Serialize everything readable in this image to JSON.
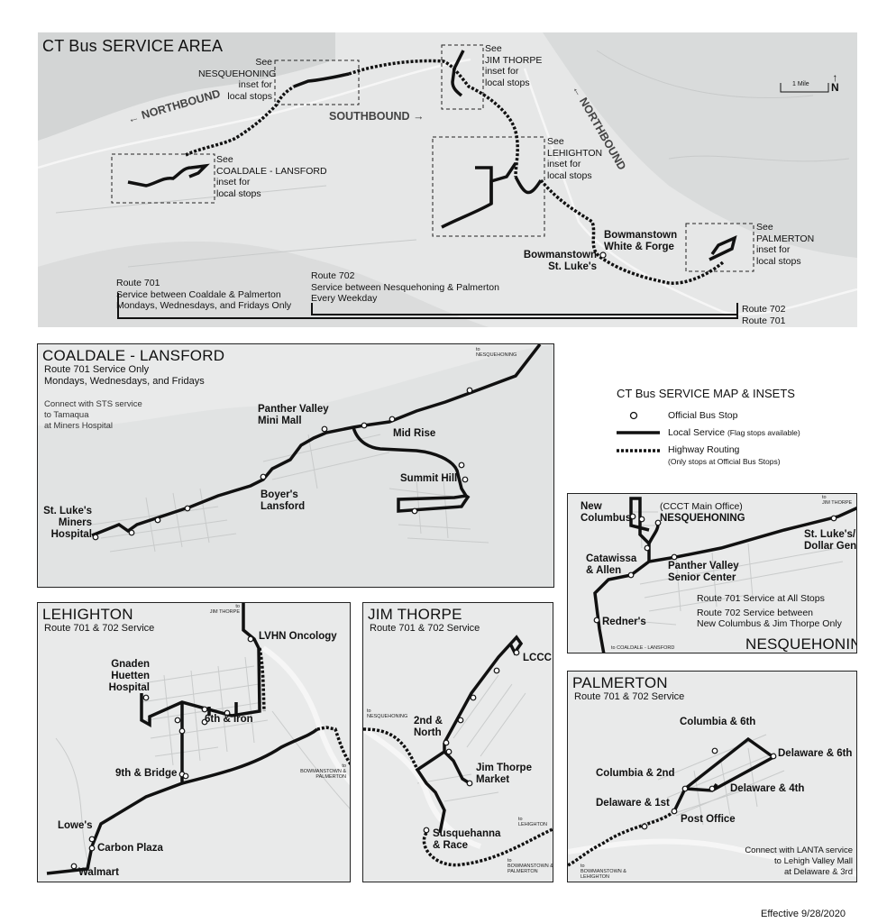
{
  "service_area": {
    "title": "CT Bus SERVICE AREA",
    "direction_labels": {
      "northbound_left": "NORTHBOUND",
      "southbound": "SOUTHBOUND",
      "northbound_right": "NORTHBOUND"
    },
    "scale_label": "1 Mile",
    "north_label": "N",
    "inset_notes": {
      "nesquehoning": [
        "See",
        "NESQUEHONING",
        "inset for",
        "local stops"
      ],
      "jim_thorpe": [
        "See",
        "JIM THORPE",
        "inset for",
        "local stops"
      ],
      "lehighton": [
        "See",
        "LEHIGHTON",
        "inset for",
        "local stops"
      ],
      "coaldale": [
        "See",
        "COALDALE - LANSFORD",
        "inset for",
        "local stops"
      ],
      "palmerton": [
        "See",
        "PALMERTON",
        "inset for",
        "local stops"
      ]
    },
    "stops": {
      "bowmanstown_wf": [
        "Bowmanstown",
        "White & Forge"
      ],
      "bowmanstown_sl": [
        "Bowmanstown",
        "St. Luke's"
      ]
    },
    "route_701": [
      "Route 701",
      "Service between Coaldale & Palmerton",
      "Mondays, Wednesdays, and Fridays Only"
    ],
    "route_702": [
      "Route 702",
      "Service between Nesquehoning & Palmerton",
      "Every Weekday"
    ],
    "bracket_labels": [
      "Route 702",
      "Route 701"
    ]
  },
  "coaldale": {
    "title": "COALDALE - LANSFORD",
    "subtitle": [
      "Route 701 Service Only",
      "Mondays, Wednesdays, and Fridays"
    ],
    "connect_note": [
      "Connect with STS service",
      "to Tamaqua",
      "at Miners Hospital"
    ],
    "to_label": [
      "to",
      "NESQUEHONING"
    ],
    "stops": {
      "miners": [
        "St. Luke's",
        "Miners",
        "Hospital"
      ],
      "boyers": [
        "Boyer's",
        "Lansford"
      ],
      "panther_mall": [
        "Panther Valley",
        "Mini Mall"
      ],
      "mid_rise": "Mid Rise",
      "summit_hill": "Summit Hill"
    }
  },
  "legend": {
    "title": "CT Bus SERVICE MAP & INSETS",
    "bus_stop": "Official Bus Stop",
    "local_service": "Local Service",
    "local_note": "(Flag stops available)",
    "highway": "Highway Routing",
    "highway_note": "(Only stops at Official Bus Stops)"
  },
  "nesquehoning": {
    "title": "NESQUEHONING",
    "to_top": [
      "to",
      "JIM THORPE"
    ],
    "to_bottom": "to COALDALE - LANSFORD",
    "stops": {
      "new_columbus": [
        "New",
        "Columbus"
      ],
      "cccct": "(CCCT Main Office)",
      "nesq": "NESQUEHONING",
      "st_lukes_dg": [
        "St. Luke's/",
        "Dollar General"
      ],
      "catawissa": [
        "Catawissa",
        "& Allen"
      ],
      "panther_senior": [
        "Panther Valley",
        "Senior Center"
      ],
      "redners": "Redner's"
    },
    "notes": [
      "Route 701 Service at All Stops",
      "Route 702 Service between",
      "New Columbus & Jim Thorpe Only"
    ]
  },
  "lehighton": {
    "title": "LEHIGHTON",
    "subtitle": "Route 701 & 702 Service",
    "to_top": [
      "to",
      "JIM THORPE"
    ],
    "to_right": [
      "to",
      "BOWMANSTOWN &",
      "PALMERTON"
    ],
    "stops": {
      "lvhn": "LVHN Oncology",
      "gnaden": [
        "Gnaden",
        "Huetten",
        "Hospital"
      ],
      "sixth_iron": "6th & Iron",
      "ninth_bridge": "9th & Bridge",
      "lowes": "Lowe's",
      "carbon_plaza": "Carbon Plaza",
      "walmart": "Walmart"
    }
  },
  "jim_thorpe": {
    "title": "JIM THORPE",
    "subtitle": "Route 701 & 702 Service",
    "to_left": [
      "to",
      "NESQUEHONING"
    ],
    "to_right": [
      "to",
      "LEHIGHTON"
    ],
    "to_bottom": [
      "to",
      "BOWMANSTOWN &",
      "PALMERTON"
    ],
    "stops": {
      "lccc": "LCCC",
      "second_north": [
        "2nd &",
        "North"
      ],
      "jt_market": [
        "Jim Thorpe",
        "Market"
      ],
      "susquehanna": [
        "Susquehanna",
        "& Race"
      ]
    }
  },
  "palmerton": {
    "title": "PALMERTON",
    "subtitle": "Route 701 & 702 Service",
    "to_bottom": [
      "to",
      "BOWMANSTOWN &",
      "LEHIGHTON"
    ],
    "stops": {
      "columbia6": "Columbia & 6th",
      "delaware6": "Delaware & 6th",
      "columbia2": "Columbia & 2nd",
      "delaware4": "Delaware & 4th",
      "delaware1": "Delaware & 1st",
      "post_office": "Post Office"
    },
    "connect_note": [
      "Connect with LANTA service",
      "to Lehigh Valley Mall",
      "at Delaware & 3rd"
    ]
  },
  "footer": {
    "effective": "Effective 9/28/2020"
  },
  "colors": {
    "panel_bg": "#e9eaea",
    "route": "#111111",
    "street": "#c9cbcb",
    "terrain": "#d6d8d8"
  }
}
